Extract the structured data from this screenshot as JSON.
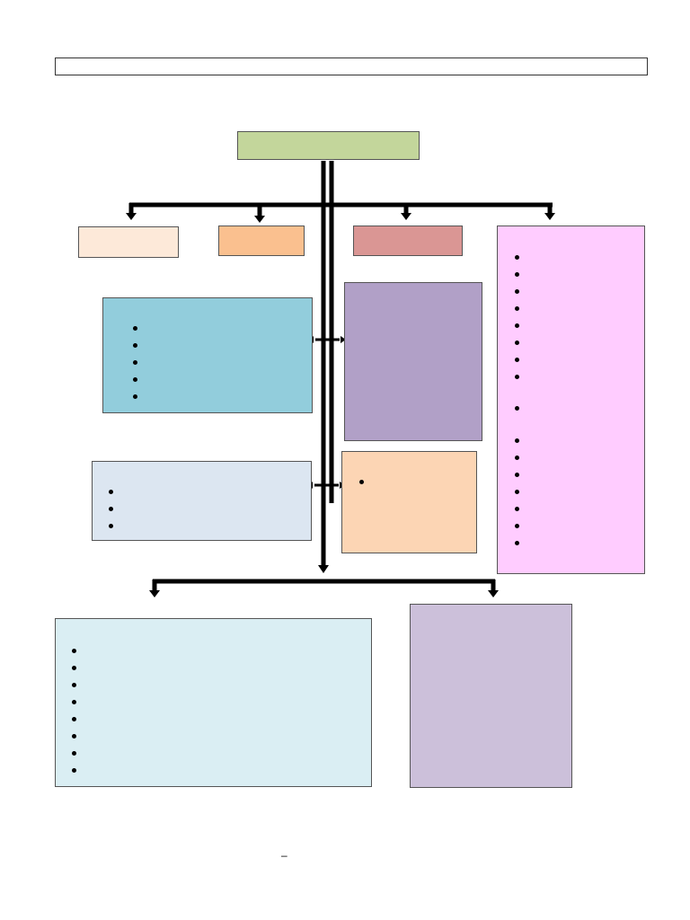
{
  "header": {
    "title": ""
  },
  "root": {
    "label": "",
    "color": "#c3d69b"
  },
  "level1": [
    {
      "id": "box-a",
      "color": "#fde9d9"
    },
    {
      "id": "box-b",
      "color": "#fac08f"
    },
    {
      "id": "box-c",
      "color": "#da9694"
    },
    {
      "id": "box-d",
      "color": "#ffccff",
      "bullet_groups": [
        8,
        1,
        7
      ]
    }
  ],
  "left_panels": [
    {
      "id": "blue",
      "color": "#92cddc",
      "bullet_count": 5
    },
    {
      "id": "pale-blue",
      "color": "#dce6f1",
      "bullet_count": 3
    }
  ],
  "right_panels": [
    {
      "id": "purple",
      "color": "#b1a0c7"
    },
    {
      "id": "peach",
      "color": "#fcd5b4",
      "bullet_count": 1
    }
  ],
  "bottom": [
    {
      "id": "light-blue",
      "color": "#daeef3",
      "bullet_count": 8
    },
    {
      "id": "lavender",
      "color": "#ccc0da"
    }
  ],
  "footer": {
    "mark": "–"
  }
}
